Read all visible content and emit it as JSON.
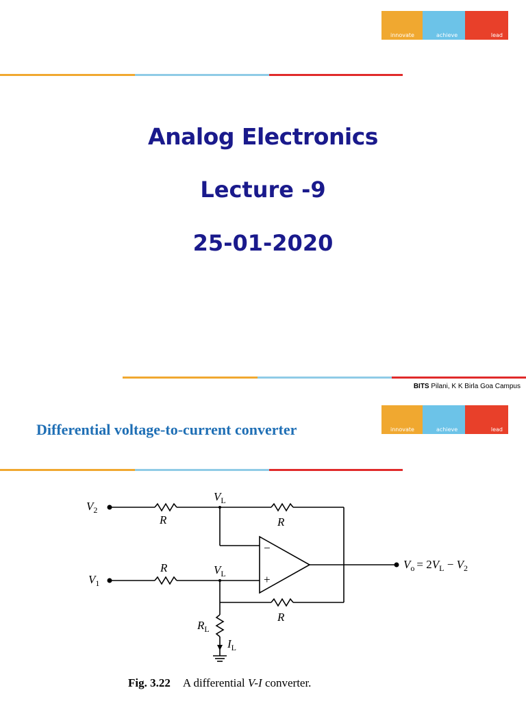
{
  "slide1": {
    "brand": {
      "innovate": "innovate",
      "achieve": "achieve",
      "lead": "lead"
    },
    "title": "Analog Electronics",
    "lecture": "Lecture -9",
    "date": "25-01-2020",
    "footer": {
      "bits": "BITS",
      "campus": " Pilani, K K Birla Goa Campus"
    }
  },
  "slide2": {
    "brand": {
      "innovate": "innovate",
      "achieve": "achieve",
      "lead": "lead"
    },
    "heading": "Differential voltage-to-current converter",
    "circuit": {
      "input_v2": "V",
      "input_v2_sub": "2",
      "input_v1": "V",
      "input_v1_sub": "1",
      "node_top": "V",
      "node_top_sub": "L",
      "node_mid": "V",
      "node_mid_sub": "L",
      "resistor_label": "R",
      "load_label": "R",
      "load_label_sub": "L",
      "current_label": "I",
      "current_label_sub": "L",
      "minus": "−",
      "plus": "+",
      "output_eq": "= 2",
      "output_v": "V",
      "output_v_sub": "o",
      "output_vl": "V",
      "output_vl_sub": "L",
      "output_minus": " − ",
      "output_v2": "V",
      "output_v2_sub": "2"
    },
    "caption": {
      "fig": "Fig. 3.22",
      "text_a": "A differential ",
      "text_var": "V-I",
      "text_b": " converter."
    }
  },
  "colors": {
    "orange": "#f0a830",
    "blue": "#6cc3e8",
    "red": "#e8402a",
    "title": "#1a1a8c",
    "heading": "#1f6fb5"
  }
}
